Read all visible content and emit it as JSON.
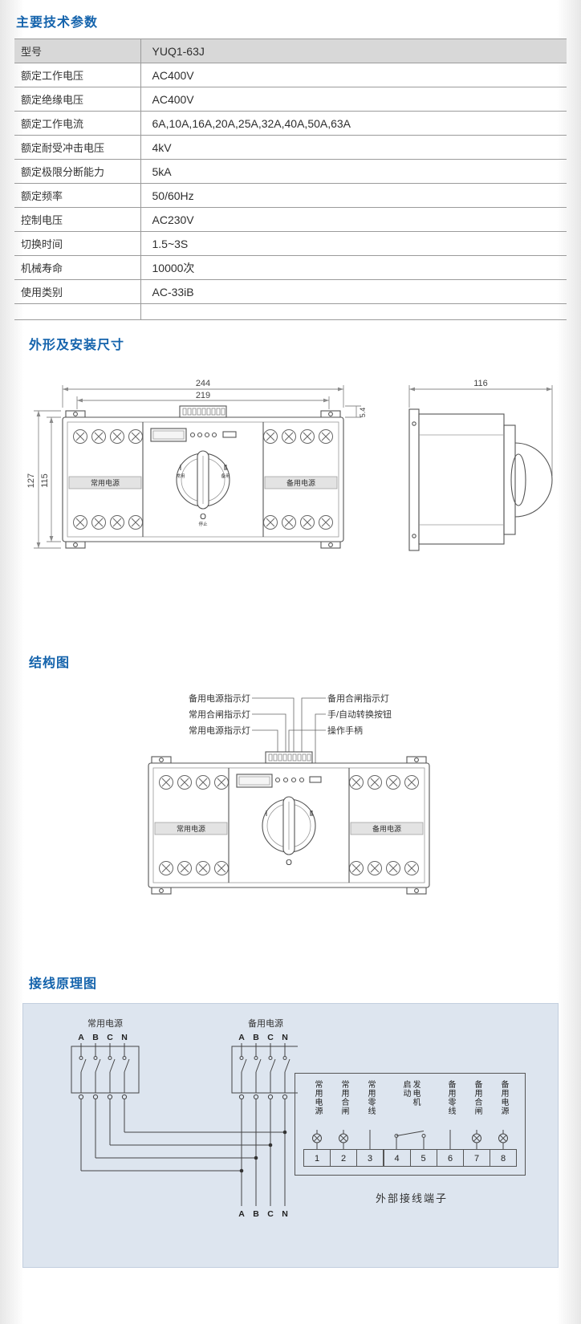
{
  "page": {
    "title_params": "主要技术参数",
    "title_dimensions": "外形及安装尺寸",
    "title_structure": "结构图",
    "title_wiring": "接线原理图"
  },
  "params_table": {
    "rows": [
      {
        "label": "型号",
        "value": "YUQ1-63J"
      },
      {
        "label": "额定工作电压",
        "value": "AC400V"
      },
      {
        "label": "额定绝缘电压",
        "value": "AC400V"
      },
      {
        "label": "额定工作电流",
        "value": "6A,10A,16A,20A,25A,32A,40A,50A,63A"
      },
      {
        "label": "额定耐受冲击电压",
        "value": "4kV"
      },
      {
        "label": "额定极限分断能力",
        "value": "5kA"
      },
      {
        "label": "额定频率",
        "value": "50/60Hz"
      },
      {
        "label": "控制电压",
        "value": "AC230V"
      },
      {
        "label": "切换时间",
        "value": "1.5~3S"
      },
      {
        "label": "机械寿命",
        "value": "10000次"
      },
      {
        "label": "使用类别",
        "value": "AC-33iB"
      }
    ]
  },
  "outline_drawing": {
    "dims": {
      "width_outer": "244",
      "width_inner": "219",
      "tab": "5.4",
      "height_outer": "127",
      "height_inner": "115",
      "depth": "116"
    },
    "front": {
      "normal_label": "常用电源",
      "backup_label": "备用电源",
      "pos_i": "Ⅰ",
      "pos_i_sub": "常用",
      "pos_ii": "Ⅱ",
      "pos_ii_sub": "备用",
      "pos_o": "O",
      "pos_o_sub": "停止"
    }
  },
  "structure_drawing": {
    "callouts_left": [
      "备用电源指示灯",
      "常用合闸指示灯",
      "常用电源指示灯"
    ],
    "callouts_right": [
      "备用合闸指示灯",
      "手/自动转换按钮",
      "操作手柄"
    ],
    "front": {
      "normal_label": "常用电源",
      "backup_label": "备用电源",
      "pos_i": "Ⅰ",
      "pos_ii": "Ⅱ",
      "pos_o": "O"
    }
  },
  "wiring": {
    "normal_label": "常用电源",
    "backup_label": "备用电源",
    "phases": [
      "A",
      "B",
      "C",
      "N"
    ],
    "bottom_phases": [
      "A",
      "B",
      "C",
      "N"
    ],
    "terminal_block": {
      "caption": "外部接线端子",
      "columns": [
        {
          "label": "常用电源",
          "numbers": [
            "1"
          ],
          "lamp": true
        },
        {
          "label": "常用合闸",
          "numbers": [
            "2"
          ],
          "lamp": true
        },
        {
          "label": "常用零线",
          "numbers": [
            "3"
          ],
          "lamp": false
        },
        {
          "label": "启动\n发电机",
          "numbers": [
            "4",
            "5"
          ],
          "lamp": false
        },
        {
          "label": "备用零线",
          "numbers": [
            "6"
          ],
          "lamp": false
        },
        {
          "label": "备用合闸",
          "numbers": [
            "7"
          ],
          "lamp": true
        },
        {
          "label": "备用电源",
          "numbers": [
            "8"
          ],
          "lamp": true
        }
      ]
    }
  }
}
